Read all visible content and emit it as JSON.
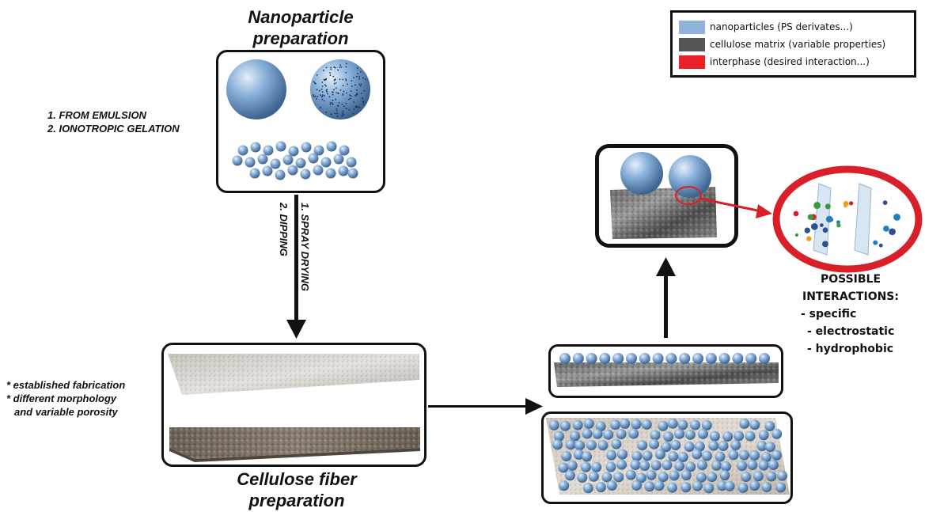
{
  "titles": {
    "nanoparticle_prep": [
      "Nanoparticle",
      "preparation"
    ],
    "cellulose_prep": [
      "Cellulose fiber",
      "preparation"
    ]
  },
  "nanoparticle_methods": [
    "1. FROM EMULSION",
    "2. IONOTROPIC GELATION"
  ],
  "transfer_methods": [
    "1. SPRAY DRYING",
    "2. DIPPING"
  ],
  "fiber_notes": [
    "* established fabrication",
    "* different morphology",
    "and variable porosity"
  ],
  "legend": [
    {
      "label": "nanoparticles (PS derivates...)",
      "color": "#8fb3d9"
    },
    {
      "label": "cellulose matrix (variable properties)",
      "color": "#555555"
    },
    {
      "label": "interphase (desired interaction...)",
      "color": "#e8202a"
    }
  ],
  "interactions": {
    "heading": [
      "POSSIBLE",
      "INTERACTIONS:"
    ],
    "items": [
      "- specific",
      "- electrostatic",
      "- hydrophobic"
    ]
  },
  "colors": {
    "sphere": "#7fa9d4",
    "ring": "#d9202a",
    "arrow": "#111111"
  }
}
